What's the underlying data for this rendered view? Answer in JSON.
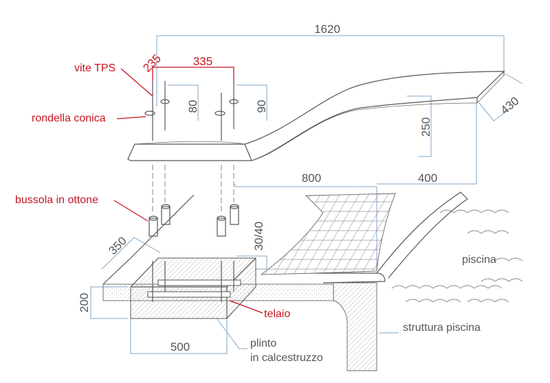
{
  "dimensions": {
    "total_length": "1620",
    "width": "430",
    "height_rise": "250",
    "spacing_235": "235",
    "spacing_335": "335",
    "depth_80": "80",
    "depth_90": "90",
    "span_800": "800",
    "span_400": "400",
    "block_350": "350",
    "gap_30_40": "30/40",
    "height_200": "200",
    "block_500": "500"
  },
  "labels": {
    "screw": "vite TPS",
    "washer": "rondella conica",
    "bushing": "bussola in ottone",
    "frame": "telaio",
    "pool": "piscina",
    "pool_structure": "struttura piscina",
    "plinth_line1": "plinto",
    "plinth_line2": "in calcestruzzo"
  },
  "colors": {
    "callout_red": "#c8141e",
    "dimension_blue": "#7fa6c8",
    "line_gray": "#555555"
  }
}
